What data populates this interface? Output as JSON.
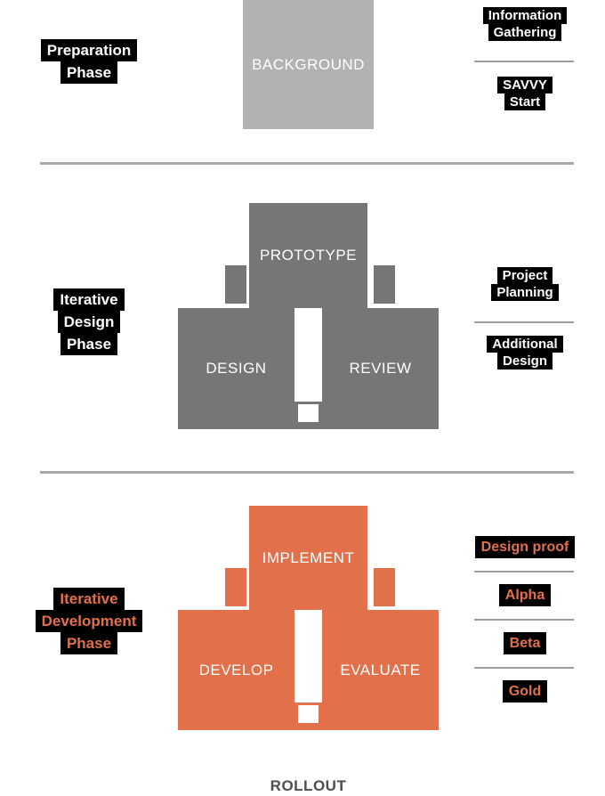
{
  "diagram": {
    "colors": {
      "background_box": "#b2b2b2",
      "design_boxes": "#767676",
      "development_boxes": "#e2704a",
      "label_background": "#000000",
      "label_text": "#ffffff",
      "divider_line": "#a8a8a8",
      "rollout_text": "#4d4d4d"
    },
    "preparation": {
      "phase_lines": [
        "Preparation",
        "Phase"
      ],
      "center_box": "BACKGROUND",
      "milestones": [
        {
          "lines": [
            "Information",
            "Gathering"
          ]
        },
        {
          "lines": [
            "SAVVY",
            "Start"
          ]
        }
      ]
    },
    "iterative_design": {
      "phase_lines": [
        "Iterative",
        "Design",
        "Phase"
      ],
      "top_box": "PROTOTYPE",
      "left_box": "DESIGN",
      "right_box": "REVIEW",
      "milestones": [
        {
          "lines": [
            "Project",
            "Planning"
          ]
        },
        {
          "lines": [
            "Additional",
            "Design"
          ]
        }
      ]
    },
    "iterative_development": {
      "phase_lines": [
        "Iterative",
        "Development",
        "Phase"
      ],
      "top_box": "IMPLEMENT",
      "left_box": "DEVELOP",
      "right_box": "EVALUATE",
      "milestones": [
        {
          "lines": [
            "Design proof"
          ]
        },
        {
          "lines": [
            "Alpha"
          ]
        },
        {
          "lines": [
            "Beta"
          ]
        },
        {
          "lines": [
            "Gold"
          ]
        }
      ],
      "rollout": "ROLLOUT"
    }
  }
}
